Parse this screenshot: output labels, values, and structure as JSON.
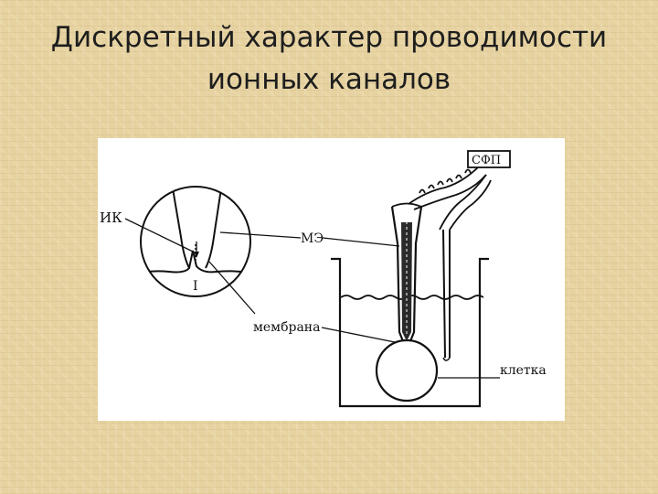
{
  "slide": {
    "title_line1": "Дискретный характер проводимости",
    "title_line2": "ионных каналов"
  },
  "diagram": {
    "labels": {
      "ik": "ИК",
      "me": "МЭ",
      "i": "I",
      "membrane": "мембрана",
      "sfp": "СФП",
      "cell": "клетка"
    }
  },
  "colors": {
    "background": "#e6d2a0",
    "ink": "#111111",
    "figure_bg": "#ffffff"
  }
}
